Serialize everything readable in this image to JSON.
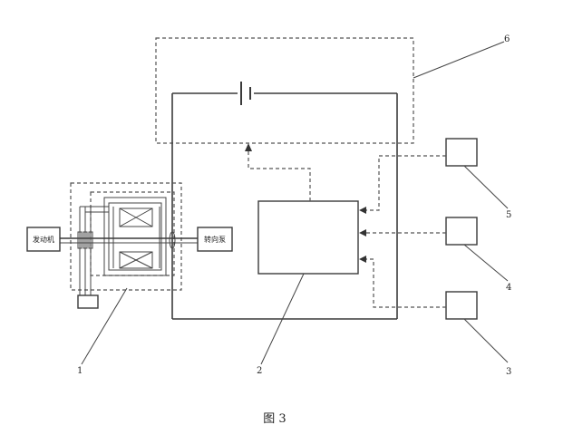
{
  "boxes": {
    "engine": "发动机",
    "pump": "转向泵"
  },
  "labels": {
    "n1": "1",
    "n2": "2",
    "n3": "3",
    "n4": "4",
    "n5": "5",
    "n6": "6"
  },
  "caption": "图 3"
}
